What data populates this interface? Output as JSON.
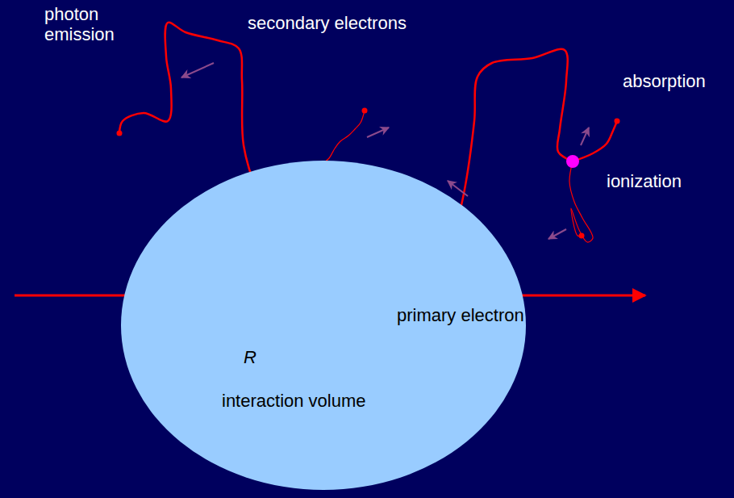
{
  "diagram": {
    "nodes": [
      {
        "text": [
          "interaction volume"
        ]
      }
    ],
    "edges": [],
    "labels": [
      "photon emission",
      "secondary electrons",
      "absorption",
      "ionization",
      "primary electron",
      "R"
    ]
  }
}
